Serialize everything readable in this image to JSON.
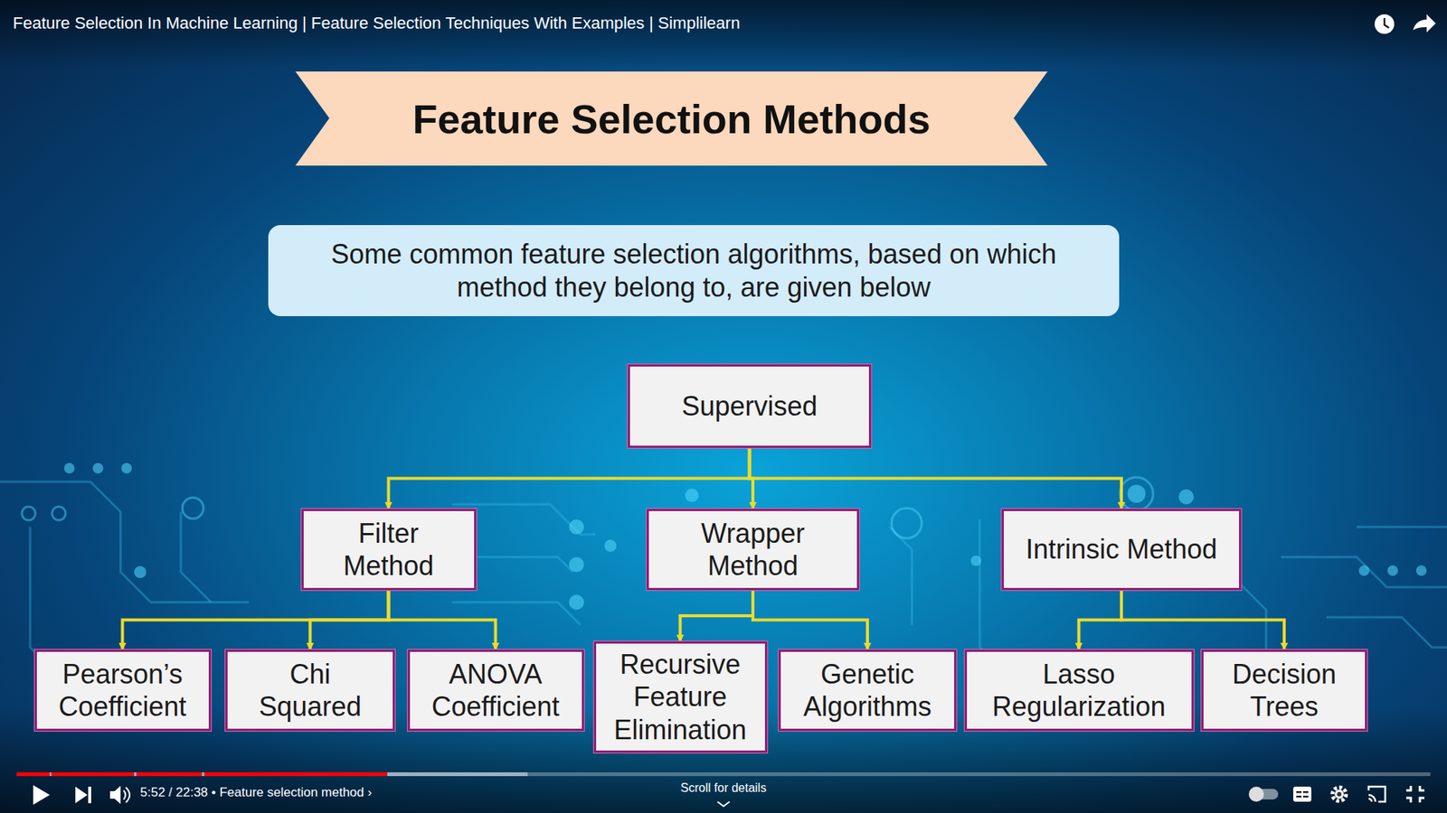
{
  "diagram": {
    "title": "Feature Selection Methods",
    "nodes": [
      {
        "text": [
          "Some common feature selection algorithms, based on which method they belong to, are given below"
        ]
      },
      {
        "text": [
          "Supervised"
        ]
      },
      {
        "text": [
          "Filter Method"
        ]
      },
      {
        "text": [
          "Wrapper Method"
        ]
      },
      {
        "text": [
          "Intrinsic Method"
        ]
      },
      {
        "text": [
          "Pearson’s Coefficient"
        ]
      },
      {
        "text": [
          "Chi Squared"
        ]
      },
      {
        "text": [
          "ANOVA Coefficient"
        ]
      },
      {
        "text": [
          "Recursive Feature Elimination"
        ]
      },
      {
        "text": [
          "Genetic Algorithms"
        ]
      },
      {
        "text": [
          "Lasso Regularization"
        ]
      },
      {
        "text": [
          "Decision Trees"
        ]
      }
    ],
    "edges": [
      {
        "from": 1,
        "to": 2,
        "arrow": "to"
      },
      {
        "from": 1,
        "to": 3,
        "arrow": "to"
      },
      {
        "from": 1,
        "to": 4,
        "arrow": "to"
      },
      {
        "from": 2,
        "to": 5,
        "arrow": "to"
      },
      {
        "from": 2,
        "to": 6,
        "arrow": "to"
      },
      {
        "from": 2,
        "to": 7,
        "arrow": "to"
      },
      {
        "from": 3,
        "to": 8,
        "arrow": "to"
      },
      {
        "from": 3,
        "to": 9,
        "arrow": "to"
      },
      {
        "from": 4,
        "to": 10,
        "arrow": "to"
      },
      {
        "from": 4,
        "to": 11,
        "arrow": "to"
      }
    ],
    "labels": [
      "Feature Selection In Machine Learning | Feature Selection Techniques With Examples | Simplilearn",
      "5:52 / 22:38 • Feature selection method ›",
      "Scroll for details"
    ]
  }
}
